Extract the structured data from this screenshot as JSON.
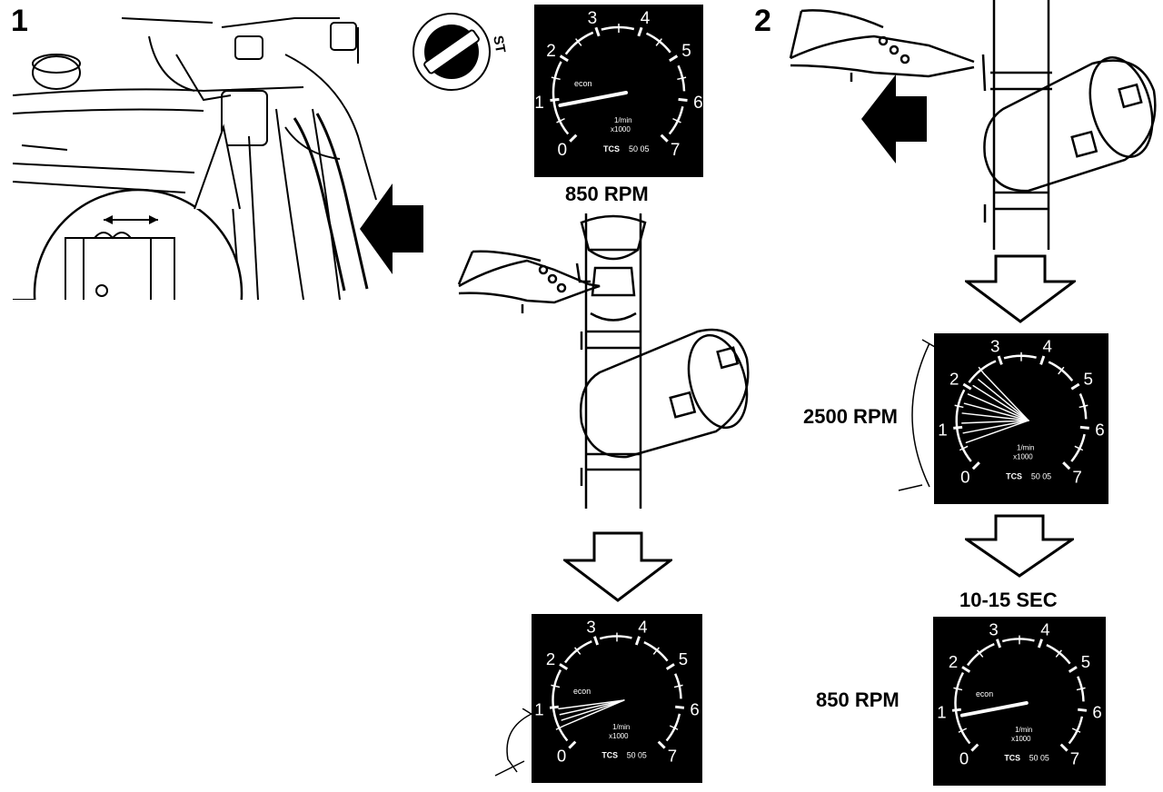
{
  "steps": {
    "one": "1",
    "two": "2"
  },
  "ignition_key_label": "ST",
  "tachometer": {
    "scale_labels": [
      "0",
      "1",
      "2",
      "3",
      "4",
      "5",
      "6",
      "7"
    ],
    "econ_label": "econ",
    "unit_label_top": "1/min",
    "unit_label_bottom": "x1000",
    "brand_label": "TCS",
    "code_label": "50 05"
  },
  "captions": {
    "gauge_a": "850 RPM",
    "gauge_c": "2500 RPM",
    "timing": "10-15 SEC",
    "gauge_d": "850 RPM"
  },
  "gauge_readings_x1000": {
    "a": 0.85,
    "b": 0.85,
    "c": 2.5,
    "d": 0.85
  },
  "colors": {
    "ink": "#000000",
    "paper": "#ffffff"
  }
}
